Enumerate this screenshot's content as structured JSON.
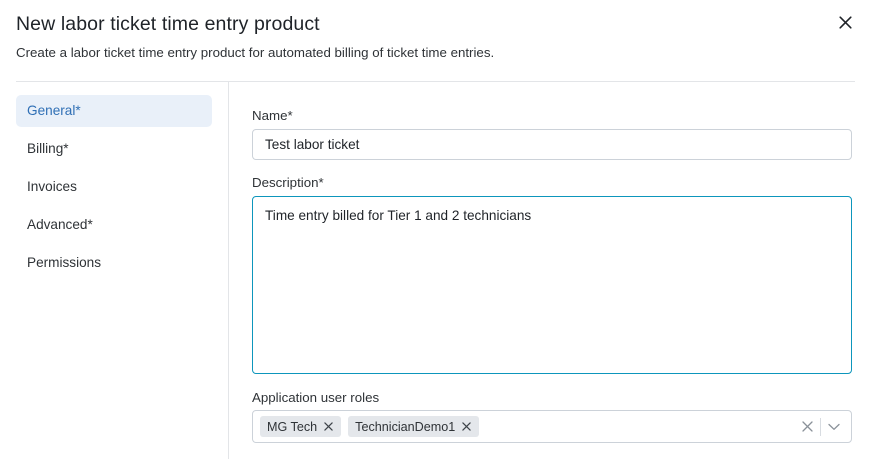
{
  "dialog": {
    "title": "New labor ticket time entry product",
    "subtitle": "Create a labor ticket time entry product for automated billing of ticket time entries.",
    "close_icon": "close-icon"
  },
  "sidebar": {
    "items": [
      {
        "label": "General*",
        "active": true
      },
      {
        "label": "Billing*",
        "active": false
      },
      {
        "label": "Invoices",
        "active": false
      },
      {
        "label": "Advanced*",
        "active": false
      },
      {
        "label": "Permissions",
        "active": false
      }
    ]
  },
  "form": {
    "name": {
      "label": "Name*",
      "value": "Test labor ticket",
      "placeholder": ""
    },
    "description": {
      "label": "Description*",
      "value": "Time entry billed for Tier 1 and 2 technicians",
      "placeholder": "",
      "focused": true
    },
    "application_user_roles": {
      "label": "Application user roles",
      "chips": [
        {
          "label": "MG Tech",
          "remove_icon": "close-icon"
        },
        {
          "label": "TechnicianDemo1",
          "remove_icon": "close-icon"
        }
      ],
      "clear_icon": "close-icon",
      "dropdown_icon": "chevron-down-icon"
    }
  },
  "colors": {
    "accent_blue": "#2f6fb5",
    "active_item_bg": "#e9f0f9",
    "focus_border": "#0d96bc",
    "field_border": "#ccd2d9",
    "divider": "#e3e5e8",
    "chip_bg": "#e4e7eb",
    "text": "#1f2328"
  }
}
